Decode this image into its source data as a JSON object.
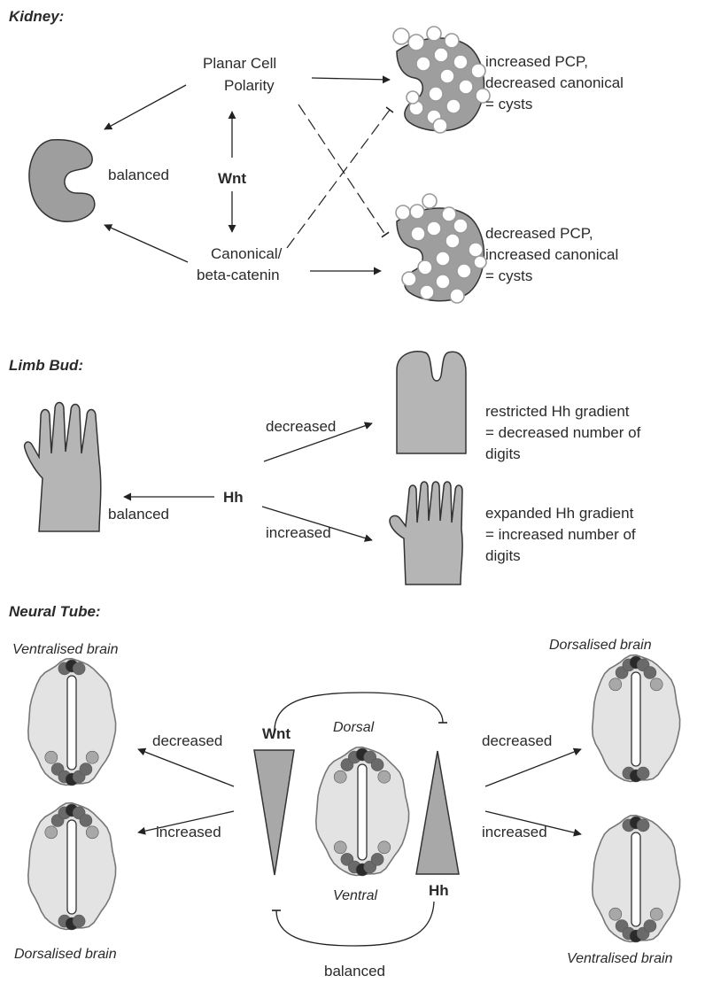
{
  "colors": {
    "organ": "#9e9e9e",
    "hand": "#b5b5b5",
    "tube": "#e3e3e3",
    "dot_dark": "#2a2a2a",
    "dot_mid": "#6a6a6a",
    "dot_light": "#a8a8a8"
  },
  "kidney": {
    "title": "Kidney:",
    "pcp_line1": "Planar Cell",
    "pcp_line2": "Polarity",
    "wnt": "Wnt",
    "balanced": "balanced",
    "canon_line1": "Canonical/",
    "canon_line2": "beta-catenin",
    "top_line1": "increased PCP,",
    "top_line2": "decreased canonical",
    "top_line3": "= cysts",
    "bot_line1": "decreased PCP,",
    "bot_line2": "increased canonical",
    "bot_line3": "= cysts"
  },
  "limb": {
    "title": "Limb Bud:",
    "hh": "Hh",
    "balanced": "balanced",
    "decreased": "decreased",
    "increased": "increased",
    "top_line1": "restricted Hh gradient",
    "top_line2": "= decreased number of",
    "top_line3": "digits",
    "bot_line1": "expanded Hh gradient",
    "bot_line2": "= increased number of",
    "bot_line3": "digits"
  },
  "neural": {
    "title": "Neural Tube:",
    "ventralised": "Ventralised brain",
    "dorsalised": "Dorsalised brain",
    "decreased": "decreased",
    "increased": "increased",
    "wnt": "Wnt",
    "hh": "Hh",
    "dorsal": "Dorsal",
    "ventral": "Ventral",
    "balanced": "balanced"
  }
}
